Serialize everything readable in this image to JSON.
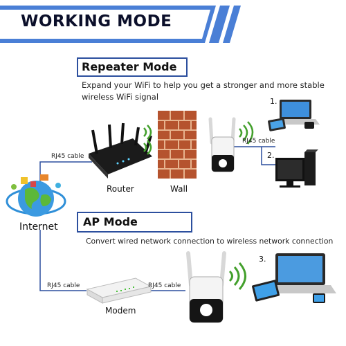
{
  "header": {
    "title": "WORKING MODE",
    "accent": "#4a7fd6"
  },
  "repeater": {
    "title": "Repeater Mode",
    "description_line1": "Expand your WiFi to help you get a stronger and more stable",
    "description_line2": "wireless WiFi signal"
  },
  "ap": {
    "title": "AP  Mode",
    "description": "Convert wired network connection to wireless network connection"
  },
  "labels": {
    "internet": "Internet",
    "router": "Router",
    "wall": "Wall",
    "modem": "Modem",
    "cable_router": "RJ45 cable",
    "cable_repeater": "RJ45 cable",
    "cable_modem_left": "RJ45 cable",
    "cable_modem_right": "RJ45 cable"
  },
  "numbers": {
    "one": "1.",
    "two": "2.",
    "three": "3."
  },
  "colors": {
    "line": "#2c4f9e",
    "brick": "#b5532e",
    "wifi": "#43a02c",
    "box_border": "#2c4f9e"
  },
  "icons": [
    "globe-icon",
    "router-icon",
    "brick-wall-icon",
    "repeater-icon",
    "laptop-icon",
    "desktop-icon",
    "modem-icon",
    "wifi-signal-icon"
  ]
}
